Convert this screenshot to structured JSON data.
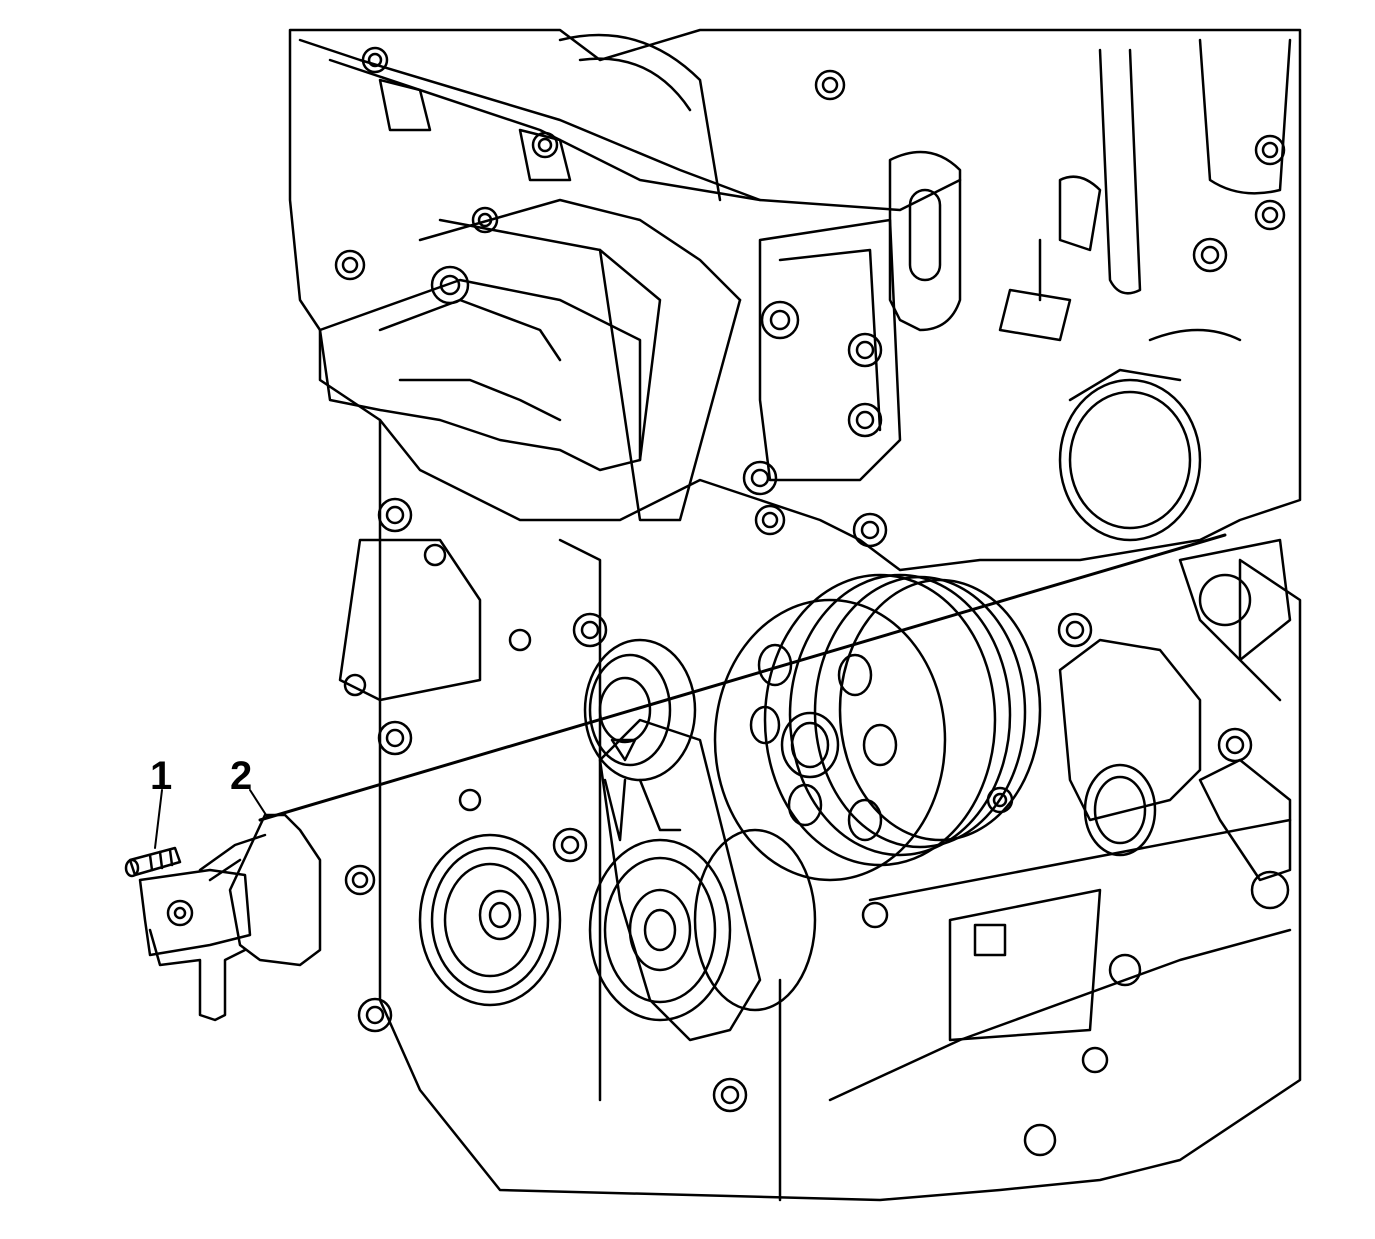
{
  "figure": {
    "callouts": [
      {
        "id": "1",
        "label": "1"
      },
      {
        "id": "2",
        "label": "2"
      }
    ],
    "colors": {
      "line": "#000000",
      "background": "#ffffff"
    },
    "icon": "engine-front-line-drawing"
  }
}
